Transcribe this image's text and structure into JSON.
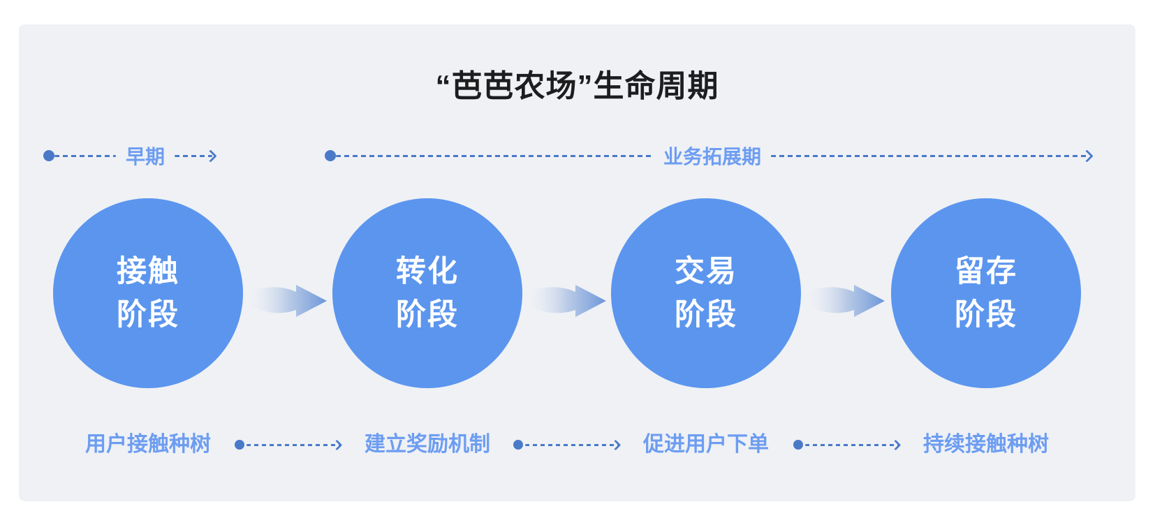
{
  "title": "“芭芭农场”生命周期",
  "timelines": {
    "early": {
      "label": "早期"
    },
    "expansion": {
      "label": "业务拓展期"
    }
  },
  "stages": [
    {
      "line1": "接触",
      "line2": "阶段",
      "note": "用户接触种树"
    },
    {
      "line1": "转化",
      "line2": "阶段",
      "note": "建立奖励机制"
    },
    {
      "line1": "交易",
      "line2": "阶段",
      "note": "促进用户下单"
    },
    {
      "line1": "留存",
      "line2": "阶段",
      "note": "持续接触种树"
    }
  ],
  "colors": {
    "panel_bg": "#EFF1F5",
    "circle_fill": "#5B95EE",
    "circle_text": "#FFFFFF",
    "dash_stroke": "#4A79C8",
    "label_blue": "#6D9DF1",
    "title_color": "#1D1D1F",
    "arrow_gradient_start": "#E9EDF4",
    "arrow_gradient_end": "#6B95D9"
  }
}
